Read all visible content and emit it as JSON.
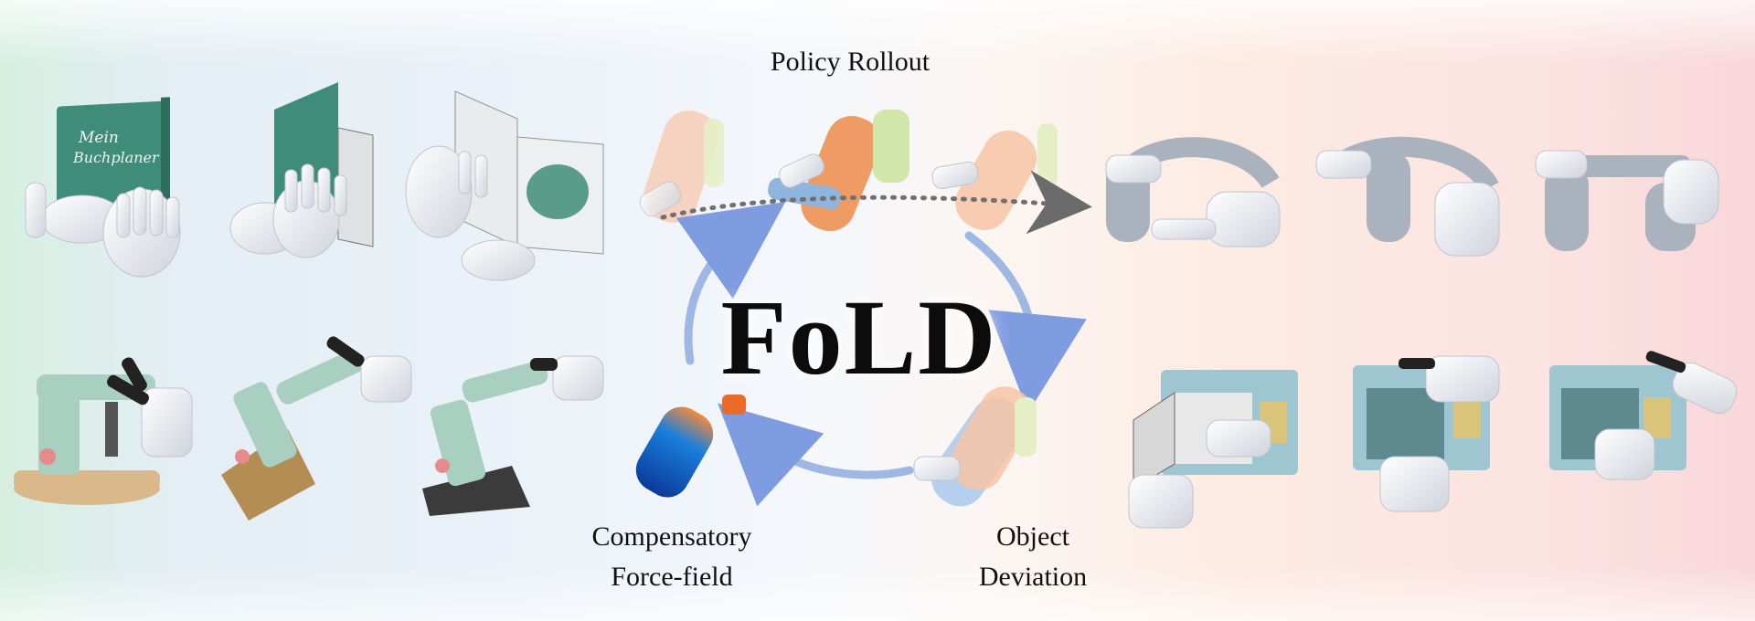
{
  "labels": {
    "title": "FoLD",
    "policy_rollout": "Policy Rollout",
    "compensatory_line1": "Compensatory",
    "compensatory_line2": "Force-field",
    "deviation_line1": "Object",
    "deviation_line2": "Deviation"
  },
  "book_cover_text": {
    "line1": "Mein",
    "line2": "Buchplaner"
  },
  "colors": {
    "hand": "#f1f2f6",
    "hand_shade": "#c9ccd6",
    "book_green": "#3f8d78",
    "microscope_green": "#a8cfc0",
    "microwave_blue": "#9dc6d0",
    "bottle_orange": "#ef9c64",
    "arrow_blue": "#9eb7e3",
    "headset_gray": "#aab2bd"
  }
}
